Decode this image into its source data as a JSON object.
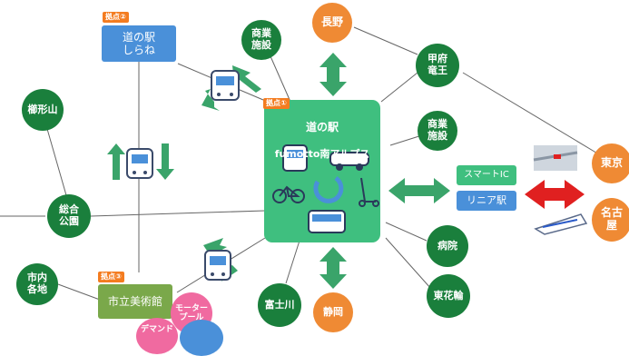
{
  "colors": {
    "green_dark": "#1a7f3c",
    "hub_green": "#3fbf7f",
    "orange": "#ef8a34",
    "blue_box": "#4a90d9",
    "olive_box": "#7aa84a",
    "pink": "#f06aa0",
    "tag_orange": "#f47c20",
    "arrow_green": "#3aa46a",
    "red_arrow": "#e02020"
  },
  "hub": {
    "line1": "道の駅",
    "line2": "fumotto南アルプス",
    "tag": "拠点①"
  },
  "station_shirane": {
    "text": "道の駅\nしらね",
    "tag": "拠点②"
  },
  "museum": {
    "text": "市立美術館",
    "tag": "拠点③"
  },
  "smart_ic": "スマートIC",
  "linear_station": "リニア駅",
  "nodes": {
    "nagano": "長野",
    "kofu": "甲府\n竜王",
    "shogyo_top": "商業\n施設",
    "shogyo_right": "商業\n施設",
    "tokyo": "東京",
    "nagoya": "名古\n屋",
    "kushigatayama": "櫛形山",
    "sogokoen": "総合\n公園",
    "shinai": "市内\n各地",
    "byoin": "病院",
    "higashi": "東花輪",
    "fujikawa": "富士川",
    "shizuoka": "静岡",
    "motor": "モーター\nプール",
    "demand": "デマンド"
  }
}
